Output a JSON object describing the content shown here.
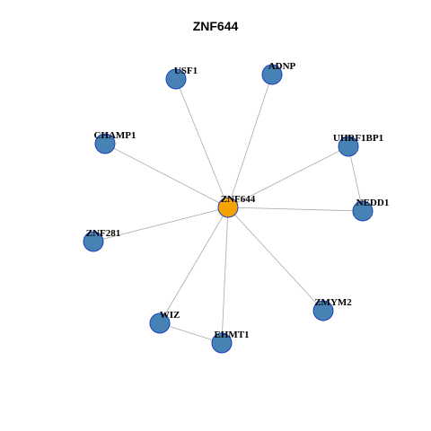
{
  "title": "ZNF644",
  "colors": {
    "hub": "#f5a300",
    "node": "#4682b4",
    "node_border": "#1f3fbf",
    "edge": "#aaaaaa"
  },
  "nodes": [
    {
      "id": "ZNF644",
      "label": "ZNF644",
      "type": "hub"
    },
    {
      "id": "USF1",
      "label": "USF1",
      "type": "neighbor"
    },
    {
      "id": "ADNP",
      "label": "ADNP",
      "type": "neighbor"
    },
    {
      "id": "CHAMP1",
      "label": "CHAMP1",
      "type": "neighbor"
    },
    {
      "id": "UHRF1BP1",
      "label": "UHRF1BP1",
      "type": "neighbor"
    },
    {
      "id": "NEDD1",
      "label": "NEDD1",
      "type": "neighbor"
    },
    {
      "id": "ZNF281",
      "label": "ZNF281",
      "type": "neighbor"
    },
    {
      "id": "ZMYM2",
      "label": "ZMYM2",
      "type": "neighbor"
    },
    {
      "id": "WIZ",
      "label": "WIZ",
      "type": "neighbor"
    },
    {
      "id": "EHMT1",
      "label": "EHMT1",
      "type": "neighbor"
    }
  ],
  "edges": [
    [
      "ZNF644",
      "USF1"
    ],
    [
      "ZNF644",
      "ADNP"
    ],
    [
      "ZNF644",
      "CHAMP1"
    ],
    [
      "ZNF644",
      "UHRF1BP1"
    ],
    [
      "ZNF644",
      "NEDD1"
    ],
    [
      "ZNF644",
      "ZNF281"
    ],
    [
      "ZNF644",
      "ZMYM2"
    ],
    [
      "ZNF644",
      "WIZ"
    ],
    [
      "ZNF644",
      "EHMT1"
    ],
    [
      "UHRF1BP1",
      "NEDD1"
    ],
    [
      "WIZ",
      "EHMT1"
    ]
  ]
}
